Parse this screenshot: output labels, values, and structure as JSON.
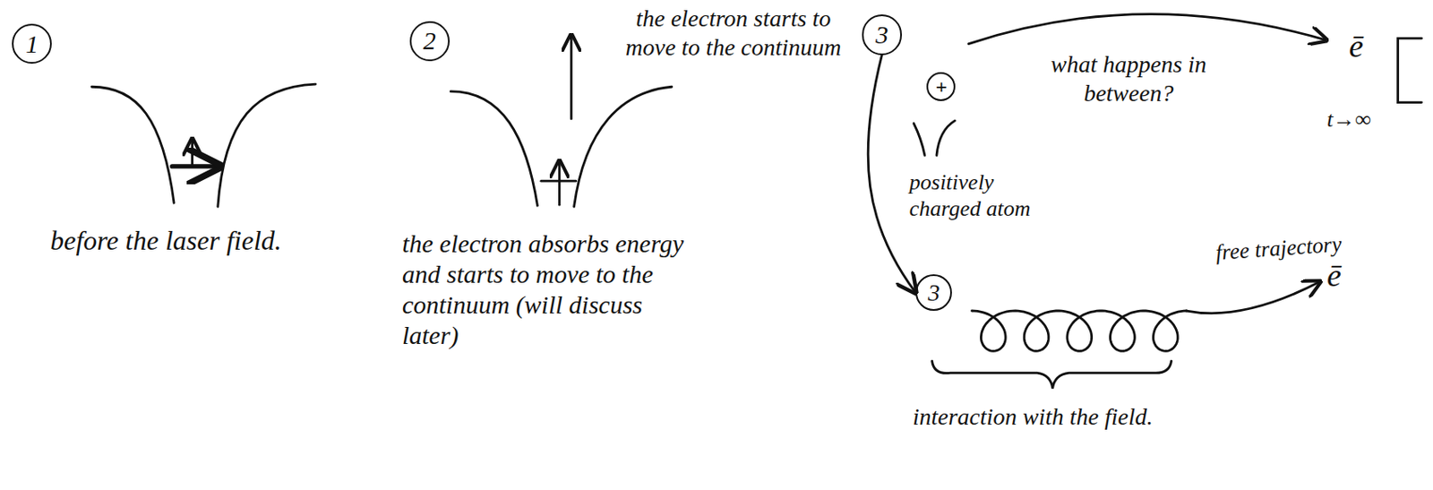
{
  "diagram": {
    "nodes": [
      {
        "text": [
          "1"
        ]
      },
      {
        "text": [
          "2"
        ]
      },
      {
        "text": [
          "3"
        ]
      },
      {
        "text": [
          "+"
        ]
      },
      {
        "text": [
          "3"
        ]
      }
    ],
    "edges": [
      {
        "from": 2,
        "to": 4,
        "arrow": "to"
      }
    ],
    "labels": [
      "before the laser field.",
      "the electron starts to move to the continuum",
      "the electron absorbs energy and starts to move to the continuum (will discuss later)",
      "what happens in between?",
      "ē",
      "t→∞",
      "positively charged atom",
      "ē",
      "free trajectory",
      "interaction with the field."
    ]
  }
}
